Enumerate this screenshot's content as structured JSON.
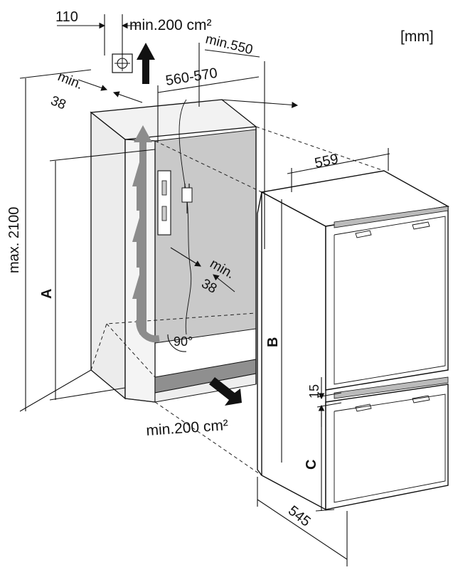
{
  "units": "[mm]",
  "labels": {
    "w110": "110",
    "vent_top": "min.200 cm²",
    "min550": "min.550",
    "min38_top": "min.",
    "min38_top_val": "38",
    "niche_width": "560-570",
    "max_height": "max. 2100",
    "depth_559": "559",
    "dim_a": "A",
    "min38_back": "min.",
    "min38_back_val": "38",
    "angle": "90°",
    "dim_b": "B",
    "gap15": "15",
    "vent_bottom": "min.200 cm²",
    "dim_c": "C",
    "depth_545": "545"
  },
  "colors": {
    "niche_back": "#c9c9c9",
    "cabinet_side": "#e6e6e6",
    "appliance": "#ffffff",
    "airflow": "#8c8c8c",
    "arrow_dark": "#111111"
  },
  "icons": [
    "vent-outlet-icon",
    "power-plug-icon"
  ]
}
